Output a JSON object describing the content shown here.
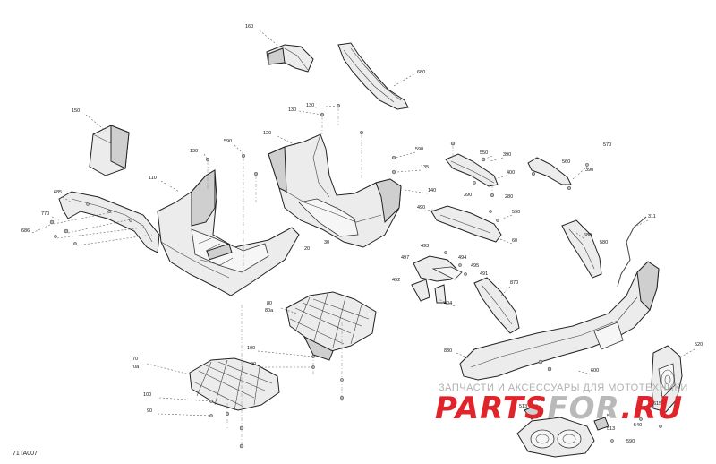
{
  "diagram": {
    "reference_code": "71TA007",
    "watermark": {
      "tagline": "ЗАПЧАСТИ И АКСЕССУАРЫ ДЛЯ МОТОТЕХНИКИ",
      "brand_left": "PARTS",
      "brand_mid": "FOR",
      "brand_right": ".RU",
      "brand_color": "#e0242b",
      "brand_mid_color": "#b9b9b9"
    },
    "labels": [
      "160",
      "680",
      "150",
      "130",
      "130",
      "120",
      "130",
      "590",
      "110",
      "685",
      "770",
      "686",
      "590",
      "135",
      "140",
      "20",
      "30",
      "490",
      "550",
      "390",
      "400",
      "390",
      "280",
      "560",
      "390",
      "570",
      "590",
      "60",
      "311",
      "680",
      "580",
      "493",
      "497",
      "492",
      "495",
      "491",
      "494",
      "404",
      "870",
      "80",
      "80a",
      "70",
      "70a",
      "100",
      "90",
      "100",
      "90",
      "830",
      "600",
      "520",
      "610",
      "615",
      "513",
      "590",
      "540",
      "513",
      "590"
    ]
  }
}
